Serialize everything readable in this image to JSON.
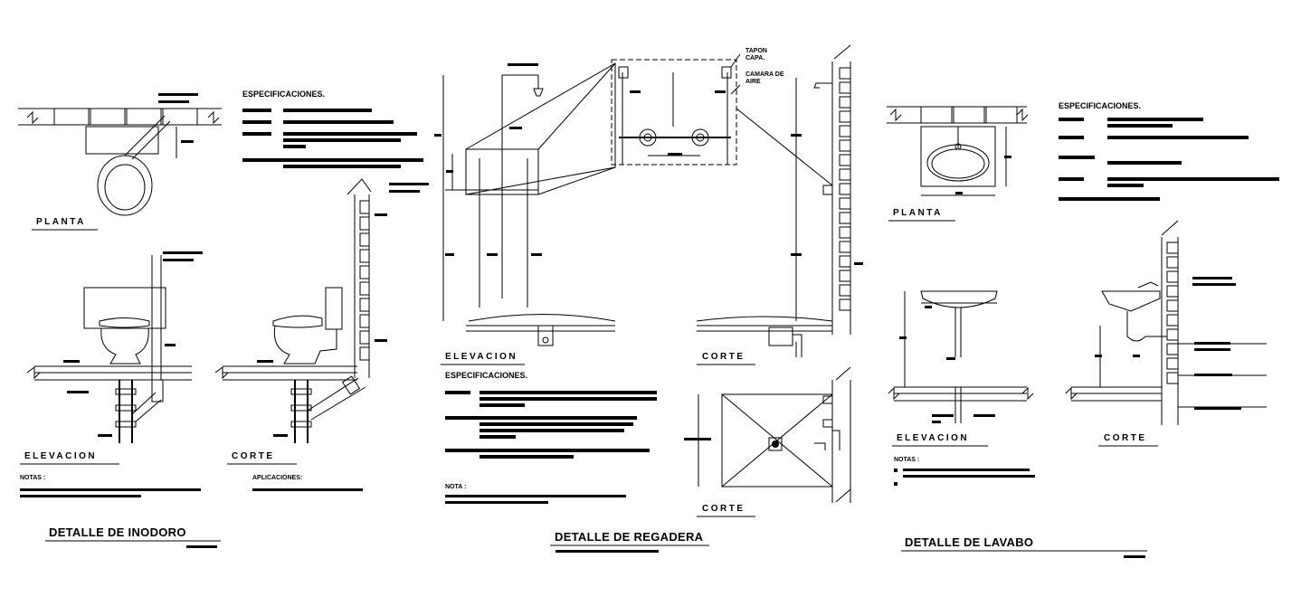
{
  "inodoro": {
    "title": "DETALLE DE INODORO",
    "planta": "PLANTA",
    "elevacion": "ELEVACION",
    "corte": "CORTE",
    "especificaciones": "ESPECIFICACIONES.",
    "notas": "NOTAS :",
    "aplicaciones": "APLICACIONES:"
  },
  "regadera": {
    "title": "DETALLE DE REGADERA",
    "elevacion": "ELEVACION",
    "corte_1": "CORTE",
    "corte_2": "CORTE",
    "especificaciones": "ESPECIFICACIONES.",
    "nota": "NOTA :",
    "tapon_1": "TAPON",
    "tapon_2": "CAPA.",
    "camara_1": "CAMARA DE",
    "camara_2": "AIRE"
  },
  "lavabo": {
    "title": "DETALLE DE LAVABO",
    "planta": "PLANTA",
    "elevacion": "ELEVACION",
    "corte": "CORTE",
    "especificaciones": "ESPECIFICACIONES.",
    "notas": "NOTAS :"
  }
}
